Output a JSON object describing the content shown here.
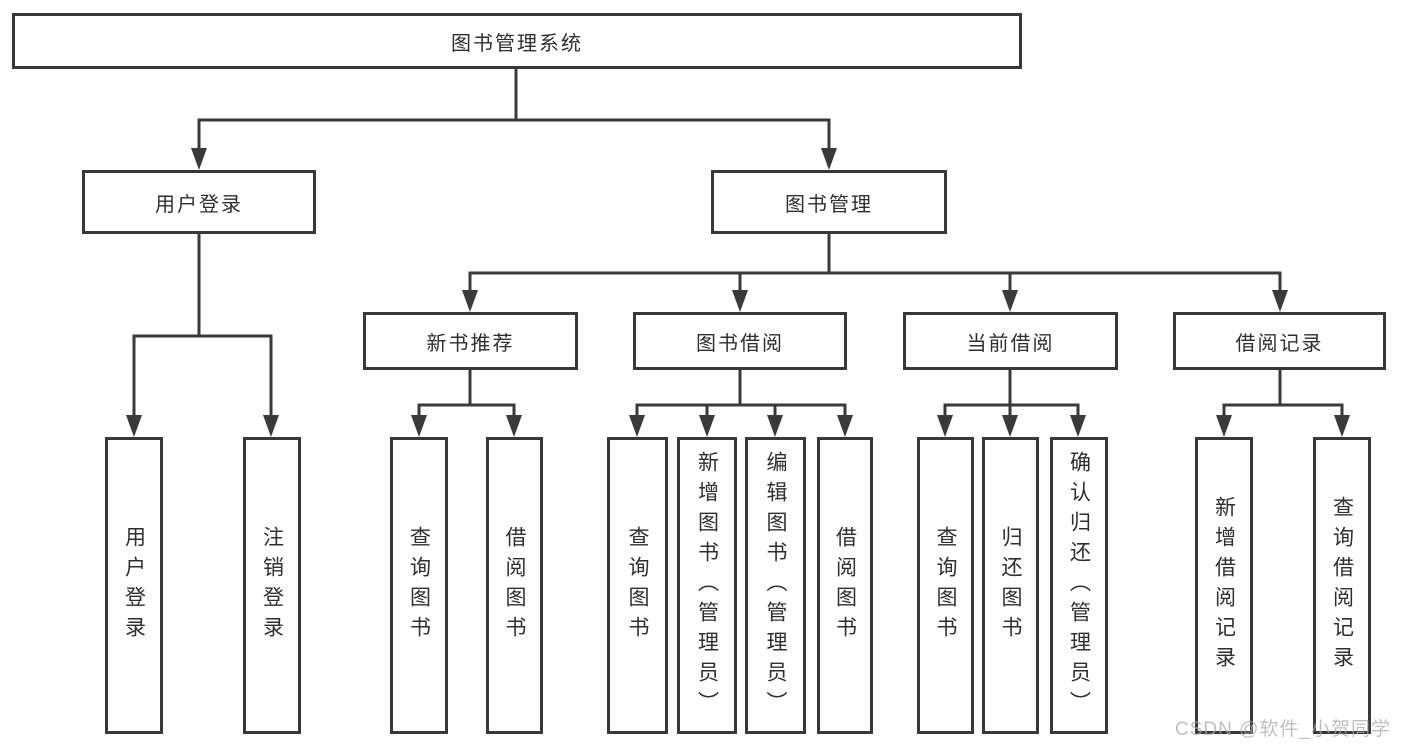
{
  "tree": {
    "root": {
      "label": "图书管理系统",
      "children": [
        {
          "label": "用户登录",
          "children": [
            {
              "label": "用户登录"
            },
            {
              "label": "注销登录"
            }
          ]
        },
        {
          "label": "图书管理",
          "children": [
            {
              "label": "新书推荐",
              "children": [
                {
                  "label": "查询图书"
                },
                {
                  "label": "借阅图书"
                }
              ]
            },
            {
              "label": "图书借阅",
              "children": [
                {
                  "label": "查询图书"
                },
                {
                  "label": "新增图书（管理员）"
                },
                {
                  "label": "编辑图书（管理员）"
                },
                {
                  "label": "借阅图书"
                }
              ]
            },
            {
              "label": "当前借阅",
              "children": [
                {
                  "label": "查询图书"
                },
                {
                  "label": "归还图书"
                },
                {
                  "label": "确认归还（管理员）"
                }
              ]
            },
            {
              "label": "借阅记录",
              "children": [
                {
                  "label": "新增借阅记录"
                },
                {
                  "label": "查询借阅记录"
                }
              ]
            }
          ]
        }
      ]
    }
  },
  "watermark": {
    "text": "CSDN @软件_小贺同学"
  },
  "colors": {
    "line": "#3a3a3a",
    "box_border": "#383838",
    "text": "#2f2f2f",
    "watermark": "#aaaaaa",
    "background": "#ffffff"
  }
}
